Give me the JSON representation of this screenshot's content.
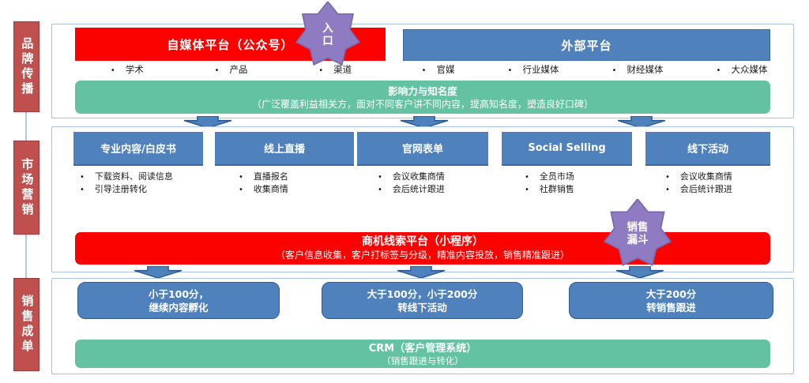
{
  "colors": {
    "red_bar": "#fb0200",
    "blue_bar": "#4f81bd",
    "blue_border": "#2e5d97",
    "green_bar": "#63c2a1",
    "maroon_label": "#c0504d",
    "purple_badge": "#8e7bc2",
    "panel_border": "#a7c1e2",
    "connector_line": "#7da3d8"
  },
  "stages": [
    {
      "label": "品牌传播"
    },
    {
      "label": "市场营销"
    },
    {
      "label": "销售成单"
    }
  ],
  "stage1": {
    "badge": "入\n口",
    "own_media": {
      "title": "自媒体平台（公众号）",
      "bullets": [
        "学术",
        "产品",
        "渠道"
      ]
    },
    "external": {
      "title": "外部平台",
      "bullets": [
        "官媒",
        "行业媒体",
        "财经媒体",
        "大众媒体"
      ]
    },
    "banner": {
      "title": "影响力与知名度",
      "subtitle": "（广泛覆盖利益相关方，面对不同客户讲不同内容，提高知名度，塑造良好口碑）"
    }
  },
  "stage2": {
    "badge": "销售\n漏斗",
    "channels": [
      {
        "title": "专业内容/白皮书",
        "bullets": [
          "下载资料、阅读信息",
          "引导注册转化"
        ]
      },
      {
        "title": "线上直播",
        "bullets": [
          "直播报名",
          "收集商情"
        ]
      },
      {
        "title": "官网表单",
        "bullets": [
          "会议收集商情",
          "会后统计跟进"
        ]
      },
      {
        "title": "Social Selling",
        "bullets": [
          "全员市场",
          "社群销售"
        ]
      },
      {
        "title": "线下活动",
        "bullets": [
          "会议收集商情",
          "会后统计跟进"
        ]
      }
    ],
    "banner": {
      "title": "商机线索平台（小程序）",
      "subtitle": "（客户信息收集，客户打标签与分级，精准内容投放，销售精准跟进）"
    }
  },
  "stage3": {
    "segments": [
      {
        "line1": "小于100分，",
        "line2": "继续内容孵化"
      },
      {
        "line1": "大于100分，小于200分",
        "line2": "转线下活动"
      },
      {
        "line1": "大于200分",
        "line2": "转销售跟进"
      }
    ],
    "banner": {
      "title": "CRM（客户管理系统）",
      "subtitle": "（销售跟进与转化）"
    }
  }
}
